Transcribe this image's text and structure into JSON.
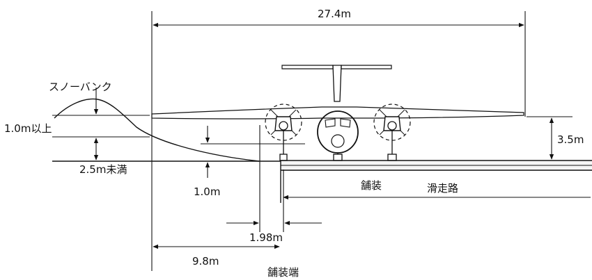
{
  "labels": {
    "wingspan": "27.4m",
    "snow_bank": "スノーバンク",
    "min_height": "1.0m以上",
    "max_height": "2.5m未満",
    "ground_clearance": "1.0m",
    "wing_height": "3.5m",
    "pavement": "舗装",
    "runway": "滑走路",
    "gap": "1.98m",
    "distance": "9.8m",
    "pavement_edge": "舗装端"
  },
  "colors": {
    "line": "#111111",
    "background": "#ffffff"
  }
}
